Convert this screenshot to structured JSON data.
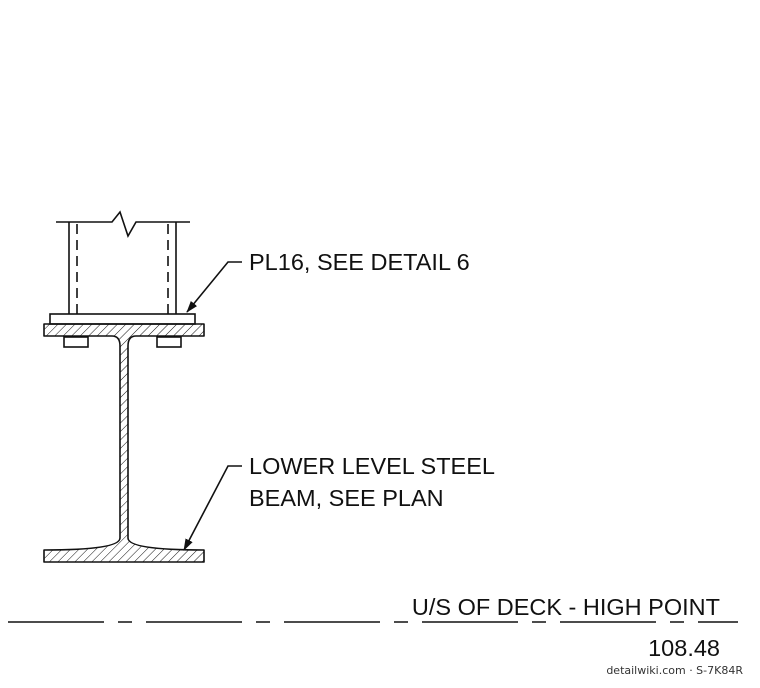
{
  "diagram": {
    "plate_label": "PL16, SEE DETAIL 6",
    "beam_label_line1": "LOWER LEVEL STEEL",
    "beam_label_line2": "BEAM, SEE PLAN",
    "datum_label": "U/S OF DECK - HIGH POINT",
    "datum_elevation": "108.48",
    "watermark": "detailwiki.com · S-7K84R"
  },
  "colors": {
    "line": "#111111",
    "background": "#ffffff",
    "watermark": "#333333"
  }
}
